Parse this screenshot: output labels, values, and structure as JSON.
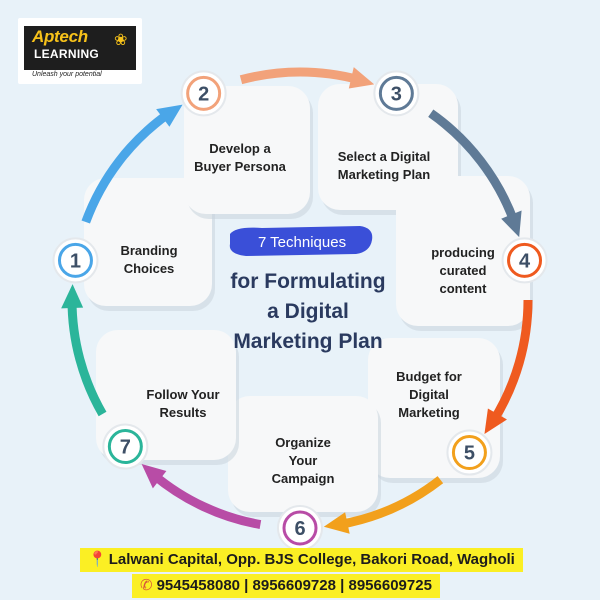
{
  "logo": {
    "brand": "Aptech",
    "sub": "LEARNING",
    "tagline": "Unleash your potential"
  },
  "center": {
    "badge": "7 Techniques",
    "title_lines": [
      "for Formulating",
      "a Digital",
      "Marketing Plan"
    ]
  },
  "steps": [
    {
      "number": "1",
      "label": "Branding\nChoices",
      "color": "#4aa6e8"
    },
    {
      "number": "2",
      "label": "Develop a\nBuyer Persona",
      "color": "#f2a27a"
    },
    {
      "number": "3",
      "label": "Select a Digital\nMarketing Plan",
      "color": "#5f7a96"
    },
    {
      "number": "4",
      "label": "producing\ncurated\ncontent",
      "color": "#ef5a1f"
    },
    {
      "number": "5",
      "label": "Budget for\nDigital\nMarketing",
      "color": "#f2a01c"
    },
    {
      "number": "6",
      "label": "Organize\nYour\nCampaign",
      "color": "#b84ca6"
    },
    {
      "number": "7",
      "label": "Follow Your\nResults",
      "color": "#2bb59a"
    }
  ],
  "footer": {
    "address": "Lalwani Capital, Opp. BJS College, Bakori Road, Wagholi",
    "phones": "9545458080 | 8956609728 | 8956609725"
  },
  "colors": {
    "background": "#e8f2f9",
    "badge": "#3a4fd8",
    "title": "#2a3a5f",
    "footer_highlight": "#fbef24"
  },
  "icons": [
    "pin-icon",
    "phone-icon",
    "paw-icon"
  ]
}
